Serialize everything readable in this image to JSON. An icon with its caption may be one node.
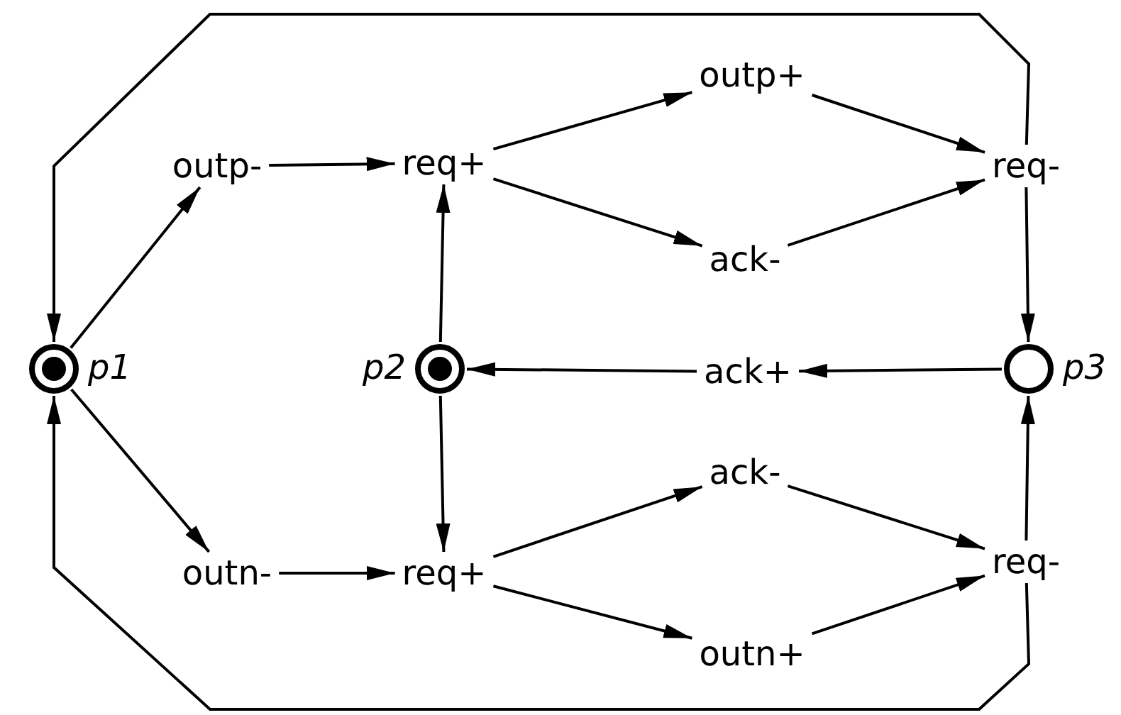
{
  "diagram": {
    "nodes": [
      {
        "text": [],
        "shape": "bullseye",
        "beside": [
          "p1"
        ]
      },
      {
        "text": [
          "outp-"
        ]
      },
      {
        "text": [
          "req+"
        ]
      },
      {
        "text": [
          "outp+"
        ]
      },
      {
        "text": [
          "ack-"
        ]
      },
      {
        "text": [
          "req-"
        ]
      },
      {
        "text": [],
        "shape": "bullseye",
        "beside": [
          "p2"
        ]
      },
      {
        "text": [
          "ack+"
        ]
      },
      {
        "text": [],
        "shape": "circle",
        "beside": [
          "p3"
        ]
      },
      {
        "text": [
          "outn-"
        ]
      },
      {
        "text": [
          "req+"
        ]
      },
      {
        "text": [
          "ack-"
        ]
      },
      {
        "text": [
          "outn+"
        ]
      },
      {
        "text": [
          "req-"
        ]
      }
    ],
    "edges": [
      {
        "from": 0,
        "to": 1,
        "arrow": "to"
      },
      {
        "from": 1,
        "to": 2,
        "arrow": "to"
      },
      {
        "from": 2,
        "to": 3,
        "arrow": "to"
      },
      {
        "from": 2,
        "to": 4,
        "arrow": "to"
      },
      {
        "from": 3,
        "to": 5,
        "arrow": "to"
      },
      {
        "from": 4,
        "to": 5,
        "arrow": "to"
      },
      {
        "from": 5,
        "to": 8,
        "arrow": "to"
      },
      {
        "from": 8,
        "to": 7,
        "arrow": "to"
      },
      {
        "from": 7,
        "to": 6,
        "arrow": "to"
      },
      {
        "from": 6,
        "to": 2,
        "arrow": "to"
      },
      {
        "from": 0,
        "to": 9,
        "arrow": "to"
      },
      {
        "from": 9,
        "to": 10,
        "arrow": "to"
      },
      {
        "from": 6,
        "to": 10,
        "arrow": "to"
      },
      {
        "from": 10,
        "to": 11,
        "arrow": "to"
      },
      {
        "from": 10,
        "to": 12,
        "arrow": "to"
      },
      {
        "from": 11,
        "to": 13,
        "arrow": "to"
      },
      {
        "from": 12,
        "to": 13,
        "arrow": "to"
      },
      {
        "from": 13,
        "to": 8,
        "arrow": "to"
      },
      {
        "from": 5,
        "to": 0,
        "arrow": "to"
      },
      {
        "from": 13,
        "to": 0,
        "arrow": "to"
      }
    ]
  }
}
